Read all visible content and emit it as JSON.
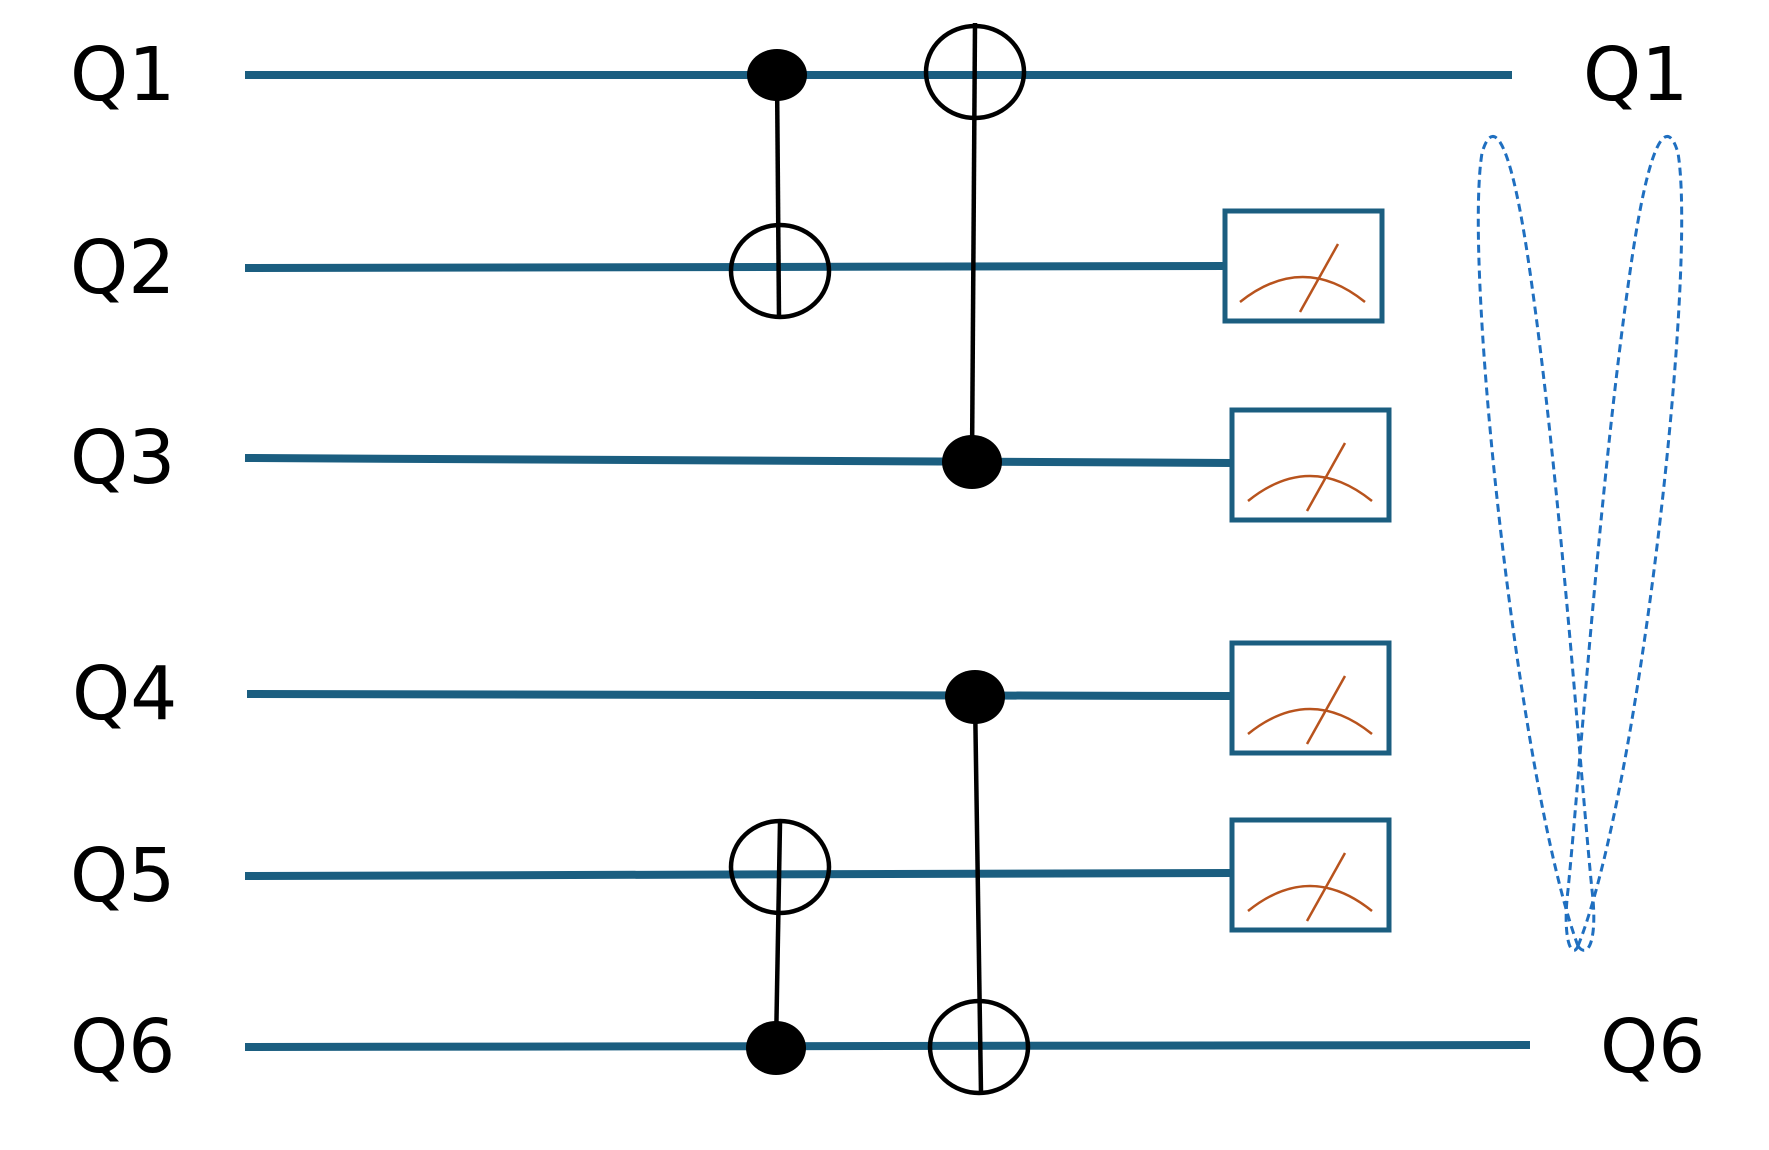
{
  "diagram": {
    "left_labels": [
      "Q1",
      "Q2",
      "Q3",
      "Q4",
      "Q5",
      "Q6"
    ],
    "right_labels": [
      "Q1",
      "Q6"
    ],
    "colors": {
      "wire": "#1b5e80",
      "gate": "#000000",
      "meter_needle": "#b8531d",
      "entanglement_loop": "#1f6fc0"
    },
    "gates": [
      {
        "type": "CNOT",
        "control": "Q1",
        "target": "Q2"
      },
      {
        "type": "CNOT",
        "control": "Q3",
        "target": "Q1"
      },
      {
        "type": "CNOT",
        "control": "Q4",
        "target": "Q6"
      },
      {
        "type": "CNOT",
        "control": "Q6",
        "target": "Q5"
      }
    ],
    "measurements": [
      "Q2",
      "Q3",
      "Q4",
      "Q5"
    ],
    "entangled_pair": [
      "Q1",
      "Q6"
    ],
    "measurement_icon": "meter-icon"
  }
}
